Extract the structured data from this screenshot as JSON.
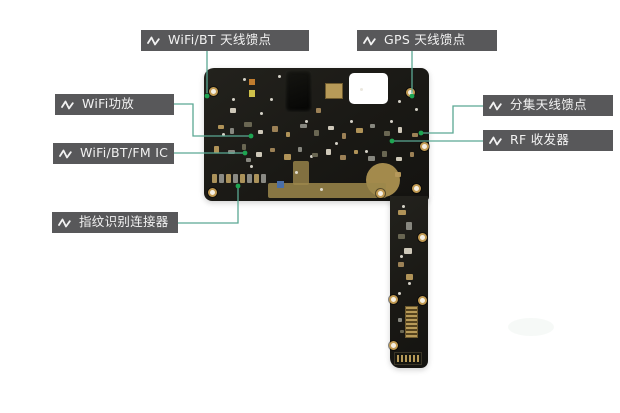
{
  "figure": {
    "description": "Annotated smartphone motherboard (PCB) teardown diagram",
    "background": "#ffffff"
  },
  "colors": {
    "label_bg": "#58585a",
    "label_text": "#f2f2f2",
    "callout_line": "#5aa893",
    "endpoint_marker": "#1ea552",
    "board_dark": "#1a1915",
    "gold": "#c19a52"
  },
  "labels": [
    {
      "id": "wifi-bt-antenna-feed",
      "icon": "waveform-icon",
      "text": "WiFi/BT 天线馈点"
    },
    {
      "id": "gps-antenna-feed",
      "icon": "waveform-icon",
      "text": "GPS 天线馈点"
    },
    {
      "id": "wifi-pa",
      "icon": "waveform-icon",
      "text": "WiFi功放"
    },
    {
      "id": "wifi-bt-fm-ic",
      "icon": "waveform-icon",
      "text": "WiFi/BT/FM IC"
    },
    {
      "id": "fingerprint-connector",
      "icon": "waveform-icon",
      "text": "指纹识别连接器"
    },
    {
      "id": "diversity-antenna-feed",
      "icon": "waveform-icon",
      "text": "分集天线馈点"
    },
    {
      "id": "rf-transceiver",
      "icon": "waveform-icon",
      "text": "RF 收发器"
    }
  ]
}
